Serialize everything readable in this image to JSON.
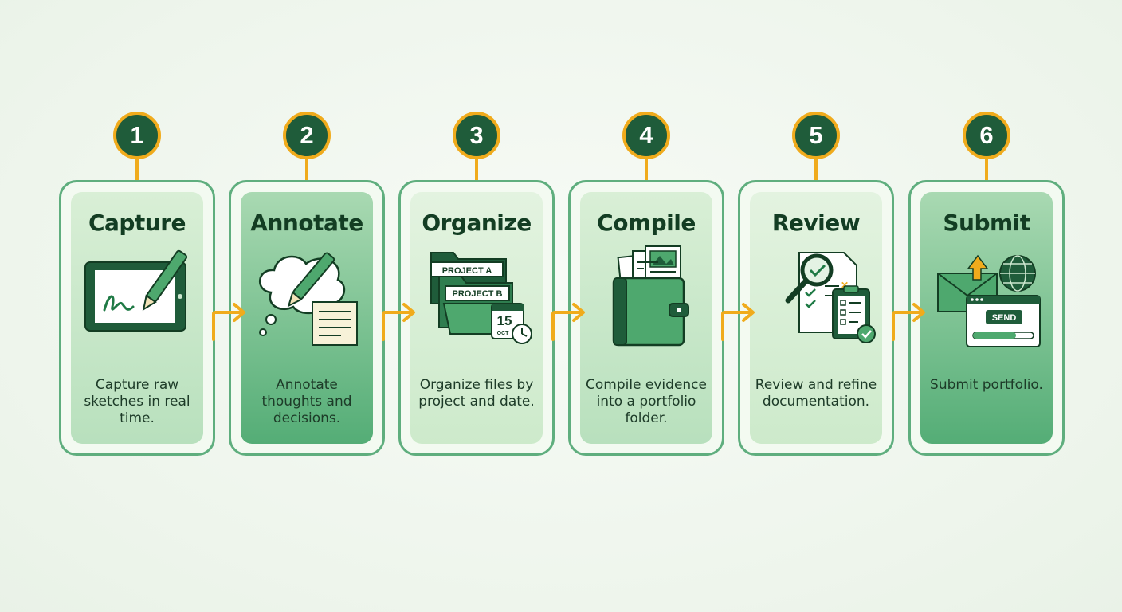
{
  "steps": [
    {
      "number": "1",
      "title": "Capture",
      "desc": "Capture raw sketches in real time.",
      "icon": "tablet-pen-icon"
    },
    {
      "number": "2",
      "title": "Annotate",
      "desc": "Annotate thoughts and decisions.",
      "icon": "thought-bubble-pencil-icon"
    },
    {
      "number": "3",
      "title": "Organize",
      "desc": "Organize files by project and date.",
      "icon": "folders-calendar-icon",
      "labels": {
        "folder_a": "PROJECT A",
        "folder_b": "PROJECT B",
        "day": "15",
        "month": "OCT"
      }
    },
    {
      "number": "4",
      "title": "Compile",
      "desc": "Compile evidence into a portfolio folder.",
      "icon": "portfolio-binder-icon"
    },
    {
      "number": "5",
      "title": "Review",
      "desc": "Review and refine documentation.",
      "icon": "magnifier-checklist-icon"
    },
    {
      "number": "6",
      "title": "Submit",
      "desc": "Submit portfolio.",
      "icon": "send-envelope-globe-icon",
      "labels": {
        "send": "SEND"
      }
    }
  ],
  "colors": {
    "dark_green": "#1f5c3a",
    "accent": "#f0ab1c",
    "border": "#5fae7e",
    "text": "#133d23"
  }
}
